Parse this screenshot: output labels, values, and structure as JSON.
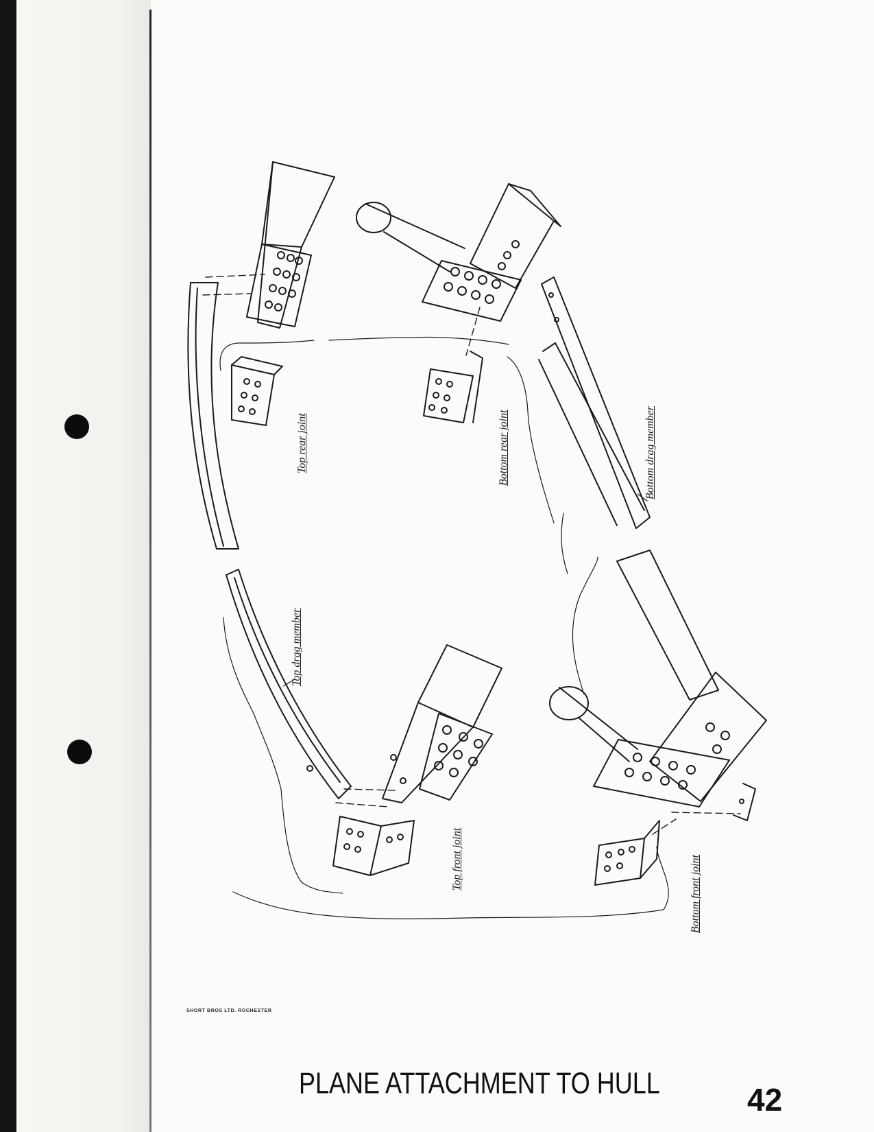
{
  "figure": {
    "labels": {
      "top_rear_joint": "Top rear joint",
      "bottom_rear_joint": "Bottom rear joint",
      "bottom_drag_member": "Bottom drag member",
      "top_drag_member": "Top drag member",
      "top_front_joint": "Top front joint",
      "bottom_front_joint": "Bottom front joint"
    }
  },
  "footer": {
    "publisher": "SHORT BROS LTD. ROCHESTER",
    "title": "PLANE ATTACHMENT TO HULL",
    "page_number": "42"
  }
}
